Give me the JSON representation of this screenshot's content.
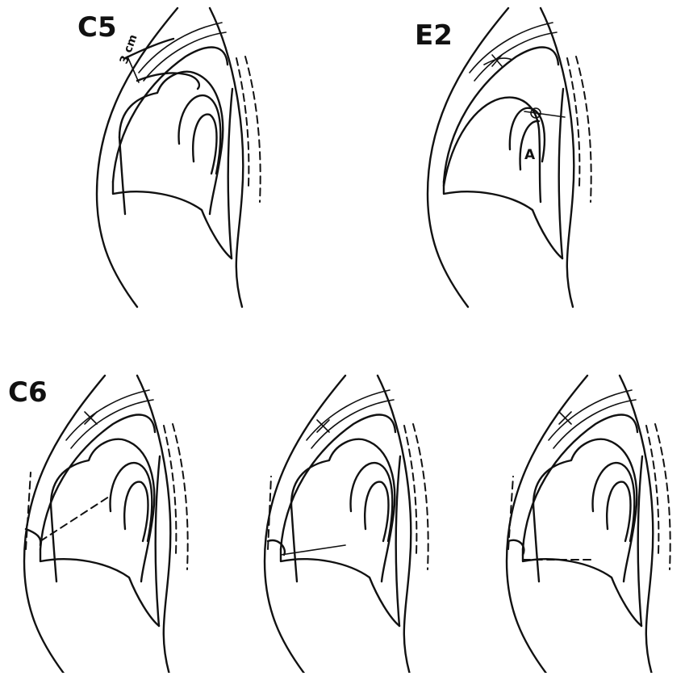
{
  "panels": {
    "c5": {
      "label": "C5",
      "measurement": "3 cm"
    },
    "e2": {
      "label": "E2",
      "marker": "A"
    },
    "c6": {
      "label": "C6"
    },
    "c6b": {
      "label": ""
    },
    "c6c": {
      "label": ""
    }
  },
  "colors": {
    "ink": "#111111",
    "background": "#ffffff"
  }
}
